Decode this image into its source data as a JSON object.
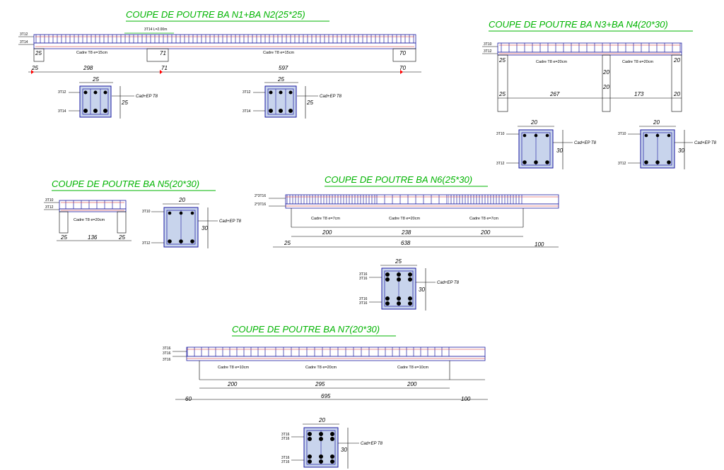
{
  "colors": {
    "title": "#00b400",
    "beam": "#1a1aa0",
    "bar": "#d42020",
    "dimension": "#ff0000",
    "section_fill": "#c8d4ec"
  },
  "n1n2": {
    "title": "COUPE DE POUTRE BA N1+BA N2(25*25)",
    "bar_top": "3T12",
    "bar_bottom": "3T14",
    "extra_bar": "3T14 L=2.00m",
    "support1": "25",
    "support2": "71",
    "support3": "70",
    "cadre1": "Cadre T8 e=15cm",
    "cadre2": "Cadre T8 e=15cm",
    "span1": "298",
    "span2": "597",
    "dim_start": "25",
    "dim_mid": "71",
    "dim_end": "70",
    "sec1": {
      "width": "25",
      "height": "25",
      "top": "3T12",
      "bottom": "3T14",
      "stirrup": "Cad+EP T8"
    },
    "sec2": {
      "width": "25",
      "height": "25",
      "top": "3T12",
      "bottom": "3T14",
      "stirrup": "Cad+EP T8"
    }
  },
  "n3n4": {
    "title": "COUPE DE POUTRE BA N3+BA N4(20*30)",
    "bar_top": "3T10",
    "bar_bottom": "3T12",
    "cadre1": "Cadre T8 e=20cm",
    "cadre2": "Cadre T8 e=20cm",
    "s1": "25",
    "s2": "20",
    "s3": "20",
    "s4": "20",
    "s5": "20",
    "span1": "267",
    "span2": "173",
    "d1": "25",
    "d2": "20",
    "sec1": {
      "width": "20",
      "height": "30",
      "top": "3T10",
      "bottom": "3T12",
      "stirrup": "Cad+EP T8"
    },
    "sec2": {
      "width": "20",
      "height": "30",
      "top": "3T10",
      "bottom": "3T12",
      "stirrup": "Cad+EP T8"
    }
  },
  "n5": {
    "title": "COUPE DE POUTRE BA N5(20*30)",
    "bar_top": "3T10",
    "bar_bottom": "3T12",
    "cadre": "Cadre T8 e=20cm",
    "d1": "25",
    "span": "136",
    "d2": "25",
    "sec": {
      "width": "20",
      "height": "30",
      "top": "3T10",
      "bottom": "3T12",
      "stirrup": "Cad+EP T8"
    }
  },
  "n6": {
    "title": "COUPE DE POUTRE BA N6(25*30)",
    "bar_top": "2*3T16",
    "bar_bottom": "2*3T16",
    "cadre1": "Cadre T8 e=7cm",
    "cadre2": "Cadre T8 e=20cm",
    "cadre3": "Cadre T8 e=7cm",
    "z1": "200",
    "z2": "238",
    "z3": "200",
    "d_start": "25",
    "total": "638",
    "over": "100",
    "sec": {
      "width": "25",
      "height": "30",
      "top1": "3T16",
      "top2": "3T16",
      "bot1": "3T16",
      "bot2": "3T16",
      "stirrup": "Cad+EP T8"
    }
  },
  "n7": {
    "title": "COUPE DE POUTRE BA N7(20*30)",
    "bar1": "3T16",
    "bar2": "3T16",
    "bar3": "3T16",
    "cadre1": "Cadre T8 e=10cm",
    "cadre2": "Cadre T8 e=20cm",
    "cadre3": "Cadre T8 e=10cm",
    "z1": "200",
    "z2": "295",
    "z3": "200",
    "d_start": "60",
    "total": "695",
    "over": "100",
    "sec": {
      "width": "20",
      "height": "30",
      "top1": "3T16",
      "top2": "3T16",
      "bot1": "3T16",
      "bot2": "3T16",
      "stirrup": "Cad+EP T8"
    }
  }
}
